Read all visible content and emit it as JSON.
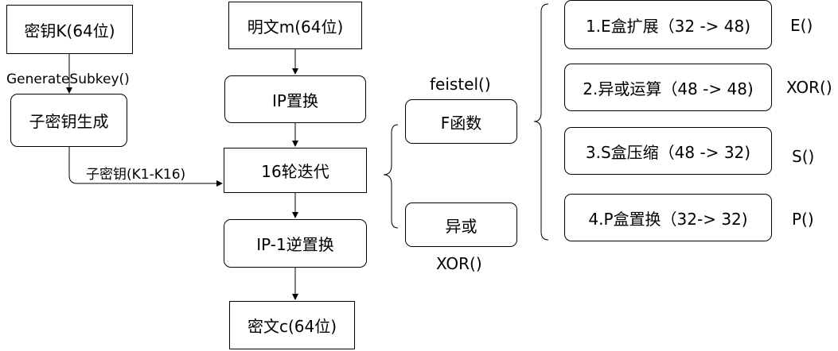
{
  "nodes": {
    "key": "密钥K(64位)",
    "subkey_gen": "子密钥生成",
    "plaintext": "明文m(64位)",
    "ip": "IP置换",
    "rounds": "16轮迭代",
    "ip_inv": "IP-1逆置换",
    "ciphertext": "密文c(64位)",
    "f_func": "F函数",
    "xor": "异或",
    "step1": "1.E盒扩展（32 -> 48)",
    "step2": "2.异或运算（48 -> 48)",
    "step3": "3.S盒压缩（48 -> 32)",
    "step4": "4.P盒置换（32-> 32)"
  },
  "labels": {
    "generate_subkey": "GenerateSubkey()",
    "subkeys": "子密钥(K1-K16)",
    "feistel": "feistel()",
    "xor_fn": "XOR()",
    "e_fn": "E()",
    "xor_fn2": "XOR()",
    "s_fn": "S()",
    "p_fn": "P()"
  }
}
